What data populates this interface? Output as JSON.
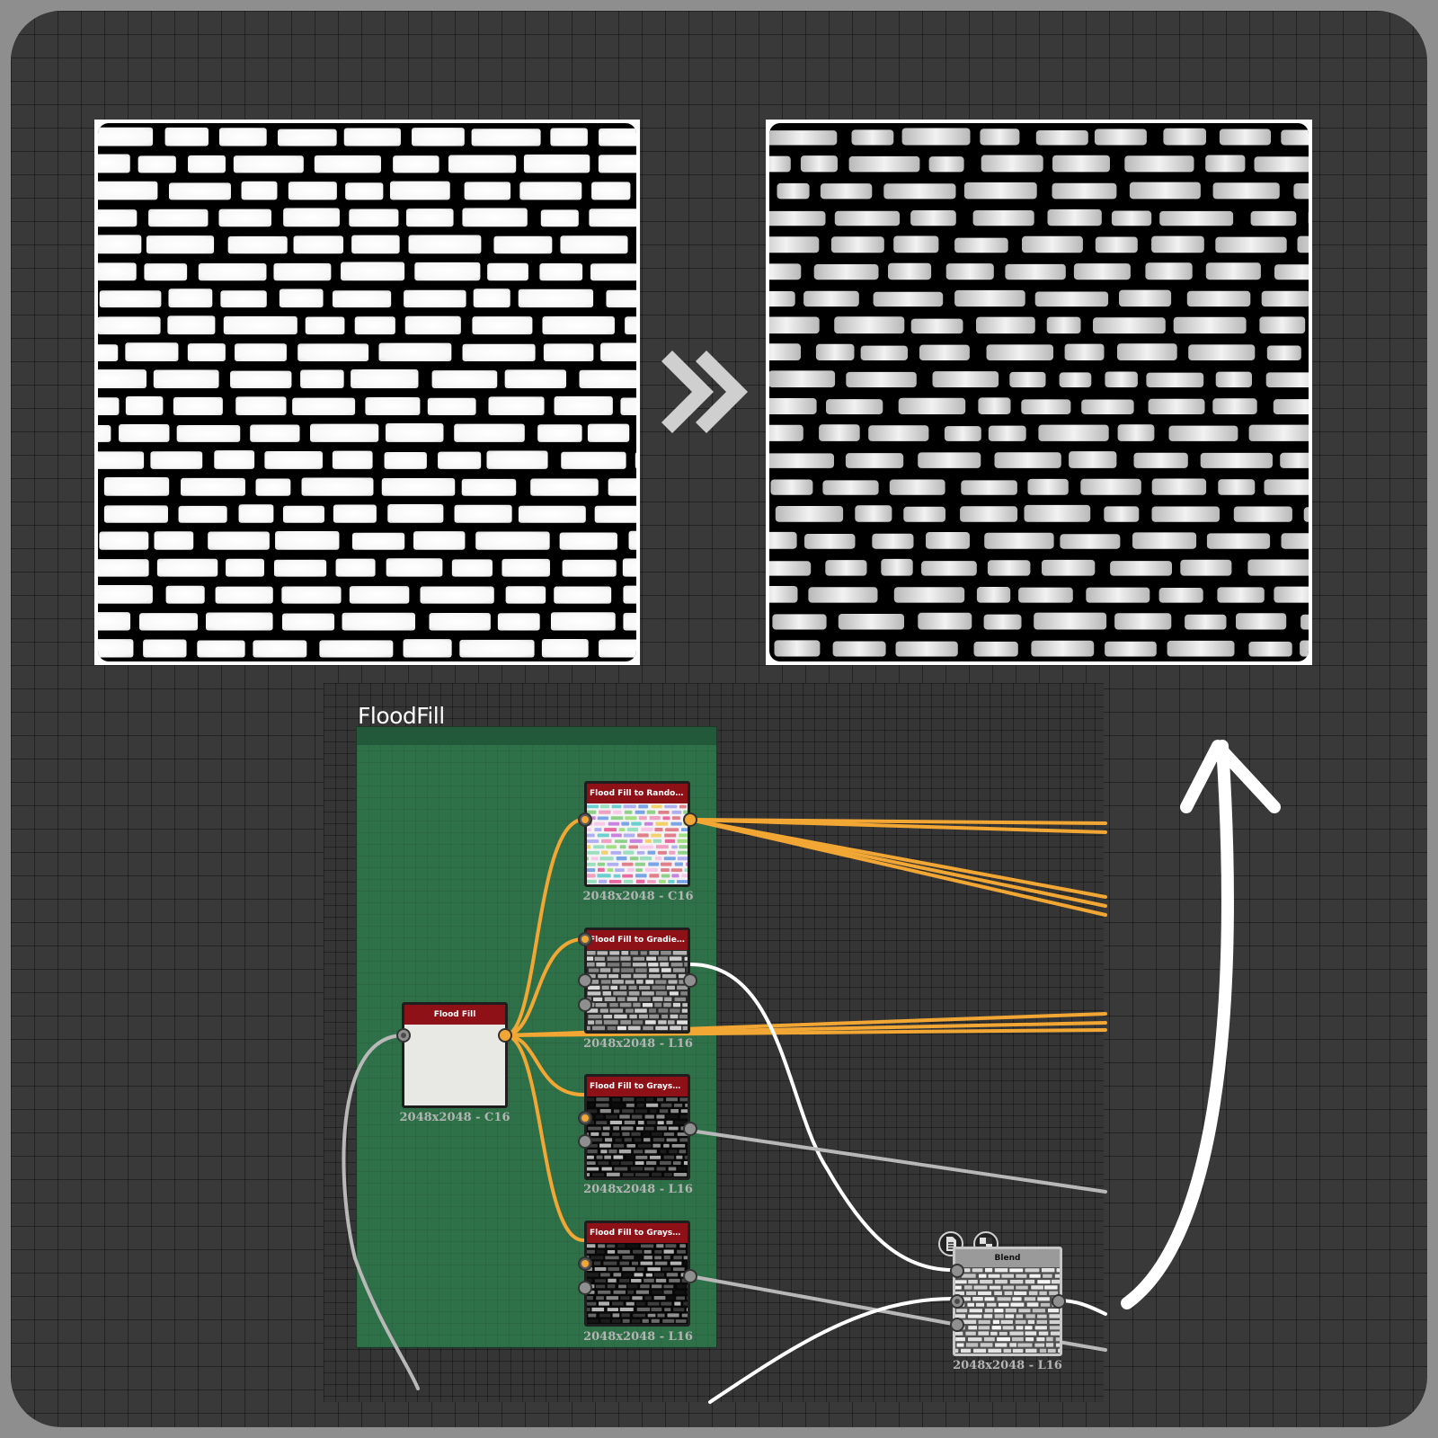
{
  "frame": {
    "title": "FloodFill"
  },
  "nodes": {
    "flood_fill": {
      "title": "Flood Fill",
      "resolution": "2048x2048 - C16"
    },
    "random_color": {
      "title": "Flood Fill to Random Co...",
      "resolution": "2048x2048 - C16"
    },
    "gradient": {
      "title": "Flood Fill to Gradient",
      "resolution": "2048x2048 - L16"
    },
    "grayscale_1": {
      "title": "Flood Fill to Grayscale",
      "resolution": "2048x2048 - L16"
    },
    "grayscale_2": {
      "title": "Flood Fill to Grayscale",
      "resolution": "2048x2048 - L16"
    },
    "blend": {
      "title": "Blend",
      "resolution": "2048x2048 - L16"
    }
  },
  "icons": {
    "transition_arrow": "double-chevron-right-icon",
    "result_arrow": "curved-up-arrow-icon",
    "blend_doc": "document-icon",
    "blend_alpha": "checker-icon"
  },
  "colors": {
    "canvas_bg": "#393939",
    "frame_green": "#2e7048",
    "wire_orange": "#f2a734",
    "node_header_red": "#8e1118",
    "blend_header_gray": "#9a9a9a"
  }
}
